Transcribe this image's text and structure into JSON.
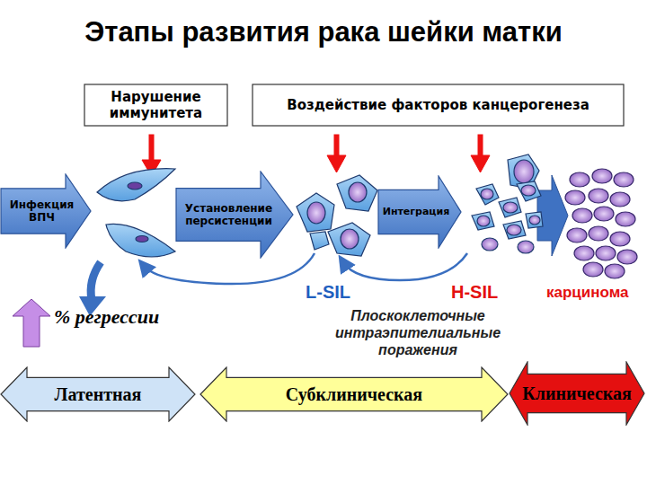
{
  "diagram": {
    "title": "Этапы развития рака шейки матки",
    "nodes": [
      {
        "text": [
          "Нарушение иммунитета"
        ]
      },
      {
        "text": [
          "Воздействие факторов канцерогенеза"
        ]
      },
      {
        "text": [
          "Инфекция ВПЧ"
        ]
      },
      {
        "text": [
          "Установление персистенции"
        ]
      },
      {
        "text": [
          "Интеграция"
        ]
      },
      {
        "text": [
          "Латентная"
        ]
      },
      {
        "text": [
          "Субклиническая"
        ]
      },
      {
        "text": [
          "Клиническая"
        ]
      }
    ],
    "labels": [
      "L-SIL",
      "H-SIL",
      "карцинома",
      "Плоскоклеточные интраэпителиальные поражения",
      "% регрессии"
    ]
  }
}
